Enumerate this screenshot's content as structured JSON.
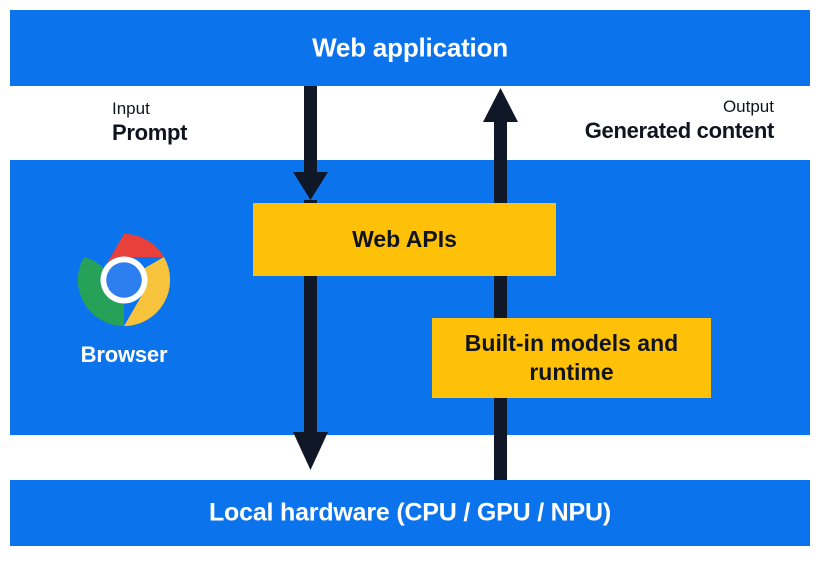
{
  "diagram": {
    "title": "Web application",
    "bands": {
      "top": {
        "label": "Web application"
      },
      "middle": {
        "label": "Browser"
      },
      "bottom": {
        "label": "Local hardware (CPU / GPU / NPU)"
      }
    },
    "boxes": {
      "web_apis": {
        "label": "Web APIs"
      },
      "builtin_models": {
        "label": "Built-in models and runtime"
      }
    },
    "annotations": {
      "input": {
        "kicker": "Input",
        "value": "Prompt"
      },
      "output": {
        "kicker": "Output",
        "value": "Generated content"
      }
    },
    "icons": {
      "browser": "chrome-logo-icon",
      "arrow_down_to_web_apis": "arrow-down-icon",
      "arrow_down_to_hardware": "arrow-down-icon",
      "arrow_up_to_web_application": "arrow-up-icon"
    },
    "colors": {
      "band_blue": "#0b74ed",
      "box_yellow": "#ffc107",
      "arrow_dark": "#101828",
      "text_on_blue": "#ffffff",
      "text_dark": "#10141f",
      "background": "#ffffff",
      "chrome_red": "#e8403a",
      "chrome_yellow": "#f7c23c",
      "chrome_green": "#25a257",
      "chrome_blue": "#2d7ff0"
    }
  }
}
